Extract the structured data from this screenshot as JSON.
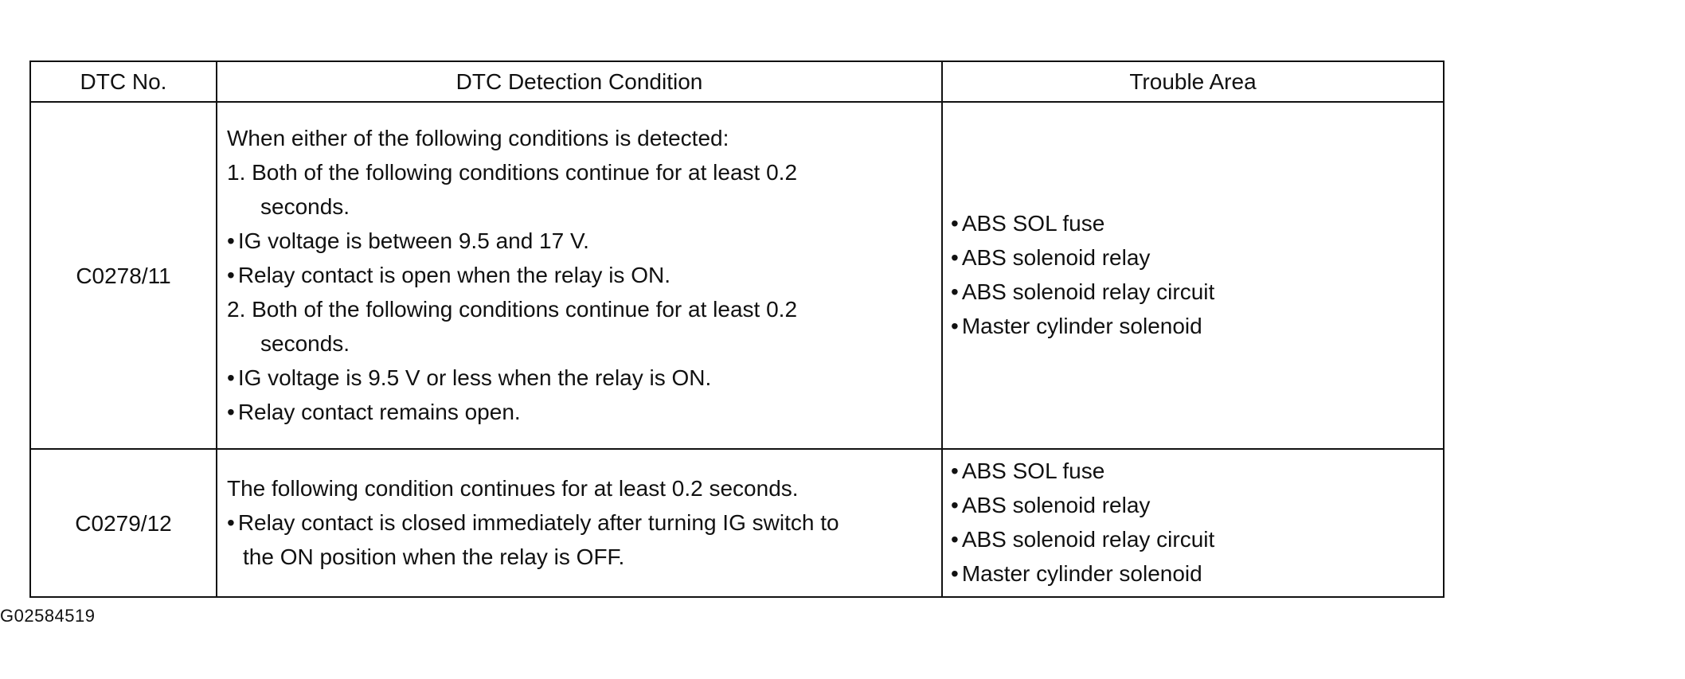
{
  "table": {
    "headers": [
      "DTC No.",
      "DTC Detection Condition",
      "Trouble Area"
    ],
    "rows": [
      {
        "code": "C0278/11",
        "condition": [
          {
            "type": "text",
            "text": "When either of the following conditions is detected:"
          },
          {
            "type": "num",
            "text": "1.  Both of the following conditions continue for at least 0.2"
          },
          {
            "type": "num-cont",
            "text": "seconds."
          },
          {
            "type": "bullet",
            "text": "IG voltage is between 9.5 and 17 V."
          },
          {
            "type": "bullet",
            "text": "Relay contact is open when the relay is ON."
          },
          {
            "type": "num",
            "text": "2.  Both of the following conditions continue for at least 0.2"
          },
          {
            "type": "num-cont",
            "text": "seconds."
          },
          {
            "type": "bullet",
            "text": "IG voltage is 9.5 V or less when the relay is ON."
          },
          {
            "type": "bullet",
            "text": "Relay contact remains open."
          }
        ],
        "areas": [
          "ABS SOL fuse",
          "ABS solenoid relay",
          "ABS solenoid relay circuit",
          "Master cylinder solenoid"
        ]
      },
      {
        "code": "C0279/12",
        "condition": [
          {
            "type": "text",
            "text": "The following condition continues for at least 0.2 seconds."
          },
          {
            "type": "bullet",
            "text": "Relay contact is closed immediately after turning IG switch to"
          },
          {
            "type": "bullet-cont",
            "text": "the ON position when the relay is OFF."
          }
        ],
        "areas": [
          "ABS SOL fuse",
          "ABS solenoid relay",
          "ABS solenoid relay circuit",
          "Master cylinder solenoid"
        ]
      }
    ]
  },
  "caption": "G02584519"
}
